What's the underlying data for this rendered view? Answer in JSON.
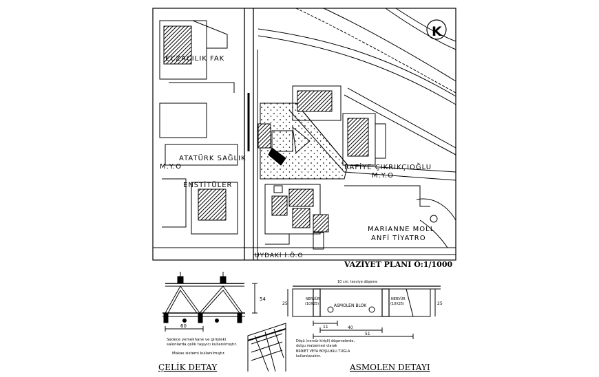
{
  "site_labels": {
    "fak": "ECZACILIK FAK",
    "ataturk": "ATATÜRK SAĞLIK",
    "myo_left": "M.Y.O",
    "enstituler": "ENSTİTÜLER",
    "rafiye": "RAFİYE ÇIKRIKÇIOĞLU",
    "myo_right": "M.Y.O",
    "marianne": "MARIANNE MOLL",
    "anfi": "ANFİ TİYATRO",
    "uydaki": "UYDAKİ İ.Ö.O"
  },
  "north_letter": "K",
  "plan_title": "VAZİYET PLANI Ö:1/1000",
  "celik": {
    "title": "ÇELİK DETAY",
    "dim_width": "60",
    "dim_height": "54",
    "note1": "Sadece yemekhane ve girişteki",
    "note2": "salonlarda çelik taşıyıcı kullanılmıştır.",
    "note3": "Makas sistemi kullanılmıştır."
  },
  "asmolen": {
    "title": "ASMOLEN DETAYI",
    "top_note": "10 cm. tesviye döşeme",
    "block_label": "ASMOLEN BLOK",
    "rib_left_1": "NERVÜR",
    "rib_left_2": "(10X25)",
    "rib_right_1": "NERVÜR",
    "rib_right_2": "(10X25)",
    "dim_left": "25",
    "dim_right": "25",
    "dim_gap1": "11",
    "dim_gap2": "40",
    "dim_total": "51",
    "note1": "Döşü (nervür kirişli) döşemelerde,",
    "note2": "dolgu malzemesi olarak",
    "note3": "BRİKET VEYA BOŞLUKLU TUĞLA",
    "note4": "kullanılacaktır."
  }
}
